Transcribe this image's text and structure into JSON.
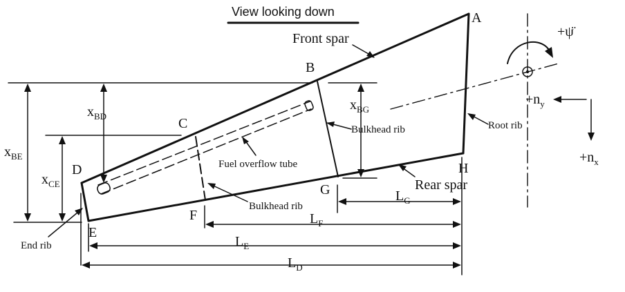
{
  "title": "View looking down",
  "points": {
    "a": "A",
    "b": "B",
    "c": "C",
    "d": "D",
    "e": "E",
    "f": "F",
    "g": "G",
    "h": "H"
  },
  "labels": {
    "front_spar": "Front spar",
    "rear_spar": "Rear spar",
    "root_rib": "Root rib",
    "end_rib": "End rib",
    "bulkhead_rib_1": "Bulkhead rib",
    "bulkhead_rib_2": "Bulkhead rib",
    "fuel_tube": "Fuel overflow tube"
  },
  "dims": {
    "xbe": {
      "main": "x",
      "sub": "BE"
    },
    "xbd": {
      "main": "x",
      "sub": "BD"
    },
    "xce": {
      "main": "x",
      "sub": "CE"
    },
    "xbg": {
      "main": "x",
      "sub": "BG"
    },
    "lg": {
      "main": "L",
      "sub": "G"
    },
    "lf": {
      "main": "L",
      "sub": "F"
    },
    "le": {
      "main": "L",
      "sub": "E"
    },
    "ld": {
      "main": "L",
      "sub": "D"
    }
  },
  "axes": {
    "psi": "+ψ̈",
    "ny": {
      "main": "+n",
      "sub": "y"
    },
    "nx": {
      "main": "+n",
      "sub": "x"
    }
  }
}
